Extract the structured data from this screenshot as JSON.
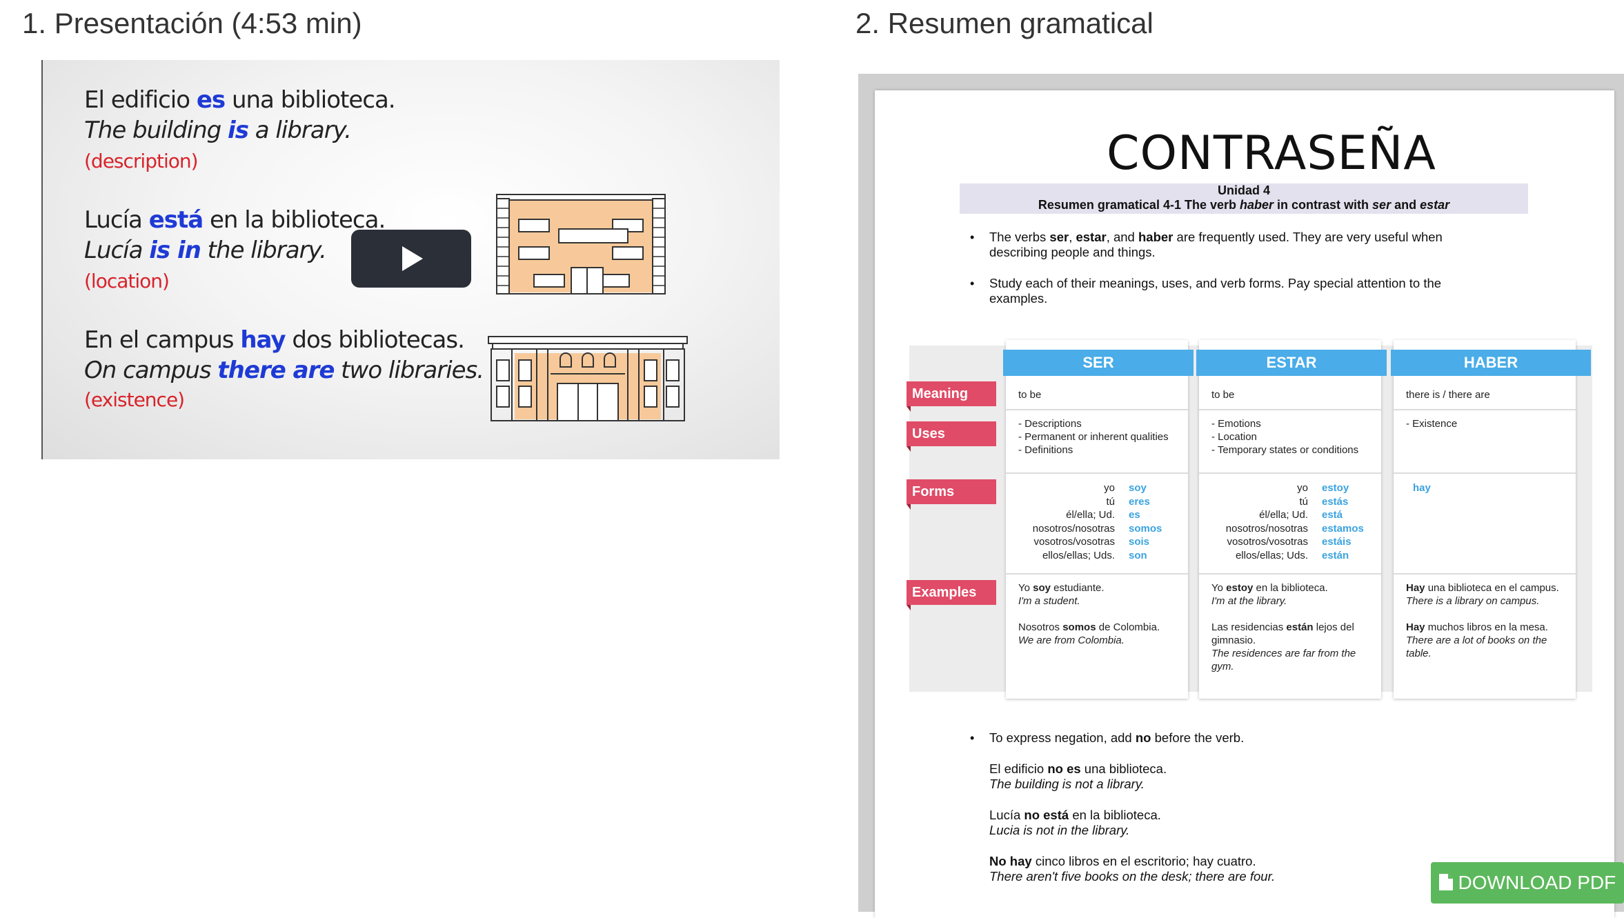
{
  "sections": {
    "video_title": "1. Presentación (4:53 min)",
    "pdf_title": "2. Resumen gramatical"
  },
  "video": {
    "play_icon": "play-icon",
    "blocks": [
      {
        "es_pre": "El edificio ",
        "es_hl": "es",
        "es_post": " una biblioteca.",
        "en_pre": "The building ",
        "en_hl": "is",
        "en_post": " a library.",
        "tag": "(description)"
      },
      {
        "es_pre": "Lucía ",
        "es_hl": "está",
        "es_post": " en la biblioteca.",
        "en_pre": "Lucía ",
        "en_hl": "is in",
        "en_post": " the library.",
        "tag": "(location)"
      },
      {
        "es_pre": "En el campus ",
        "es_hl": "hay",
        "es_post": " dos bibliotecas.",
        "en_pre": "On campus ",
        "en_hl": "there are",
        "en_post": " two libraries.",
        "tag": "(existence)"
      }
    ]
  },
  "pdf": {
    "logo": "CONTRASEÑA",
    "unit": "Unidad 4",
    "subtitle_parts": [
      "Resumen gramatical 4-1 The verb ",
      "haber",
      " in contrast with ",
      "ser",
      " and ",
      "estar"
    ],
    "bullet1_parts": [
      "The verbs ",
      "ser",
      ", ",
      "estar",
      ", and ",
      "haber",
      " are frequently used. They are very useful when describing people and things."
    ],
    "bullet2": "Study each of their meanings, uses, and verb forms. Pay special attention to the examples.",
    "table": {
      "columns": [
        "SER",
        "ESTAR",
        "HABER"
      ],
      "rows": [
        "Meaning",
        "Uses",
        "Forms",
        "Examples"
      ],
      "meaning": [
        "to be",
        "to be",
        "there is / there are"
      ],
      "uses": [
        [
          "- Descriptions",
          "- Permanent or inherent qualities",
          "- Definitions"
        ],
        [
          "- Emotions",
          "- Location",
          "- Temporary states or conditions"
        ],
        [
          "- Existence"
        ]
      ],
      "pronouns": [
        "yo",
        "tú",
        "él/ella; Ud.",
        "nosotros/nosotras",
        "vosotros/vosotras",
        "ellos/ellas; Uds."
      ],
      "ser_forms": [
        "soy",
        "eres",
        "es",
        "somos",
        "sois",
        "son"
      ],
      "estar_forms": [
        "estoy",
        "estás",
        "está",
        "estamos",
        "estáis",
        "están"
      ],
      "haber_form": "hay",
      "examples": {
        "ser": [
          {
            "pre": "Yo ",
            "b": "soy",
            "post": " estudiante.",
            "en": "I'm a student."
          },
          {
            "pre": "Nosotros ",
            "b": "somos",
            "post": " de Colombia.",
            "en": "We are from Colombia."
          }
        ],
        "estar": [
          {
            "pre": "Yo ",
            "b": "estoy",
            "post": " en la biblioteca.",
            "en": "I'm at the library."
          },
          {
            "pre": "Las residencias ",
            "b": "están",
            "post": " lejos del gimnasio.",
            "en": "The residences are far from the gym."
          }
        ],
        "haber": [
          {
            "pre": "",
            "b": "Hay",
            "post": " una biblioteca en el campus.",
            "en": "There is a library on campus."
          },
          {
            "pre": "",
            "b": "Hay",
            "post": " muchos libros en la mesa.",
            "en": "There are a lot of books on the table."
          }
        ]
      }
    },
    "negation": {
      "bullet_parts": [
        "To express negation, add ",
        "no",
        " before the verb."
      ],
      "ex1_parts": [
        "El edificio ",
        "no es",
        " una biblioteca."
      ],
      "ex1_en": "The building is not a library.",
      "ex2_parts": [
        "Lucía ",
        "no está",
        " en la biblioteca."
      ],
      "ex2_en": "Lucia is not in the library.",
      "ex3_parts": [
        "No hay",
        " cinco libros en el escritorio; hay cuatro."
      ],
      "ex3_en": "There aren't five books on the desk; there are four."
    }
  },
  "download": {
    "label": "DOWNLOAD PDF",
    "icon": "file-icon"
  }
}
